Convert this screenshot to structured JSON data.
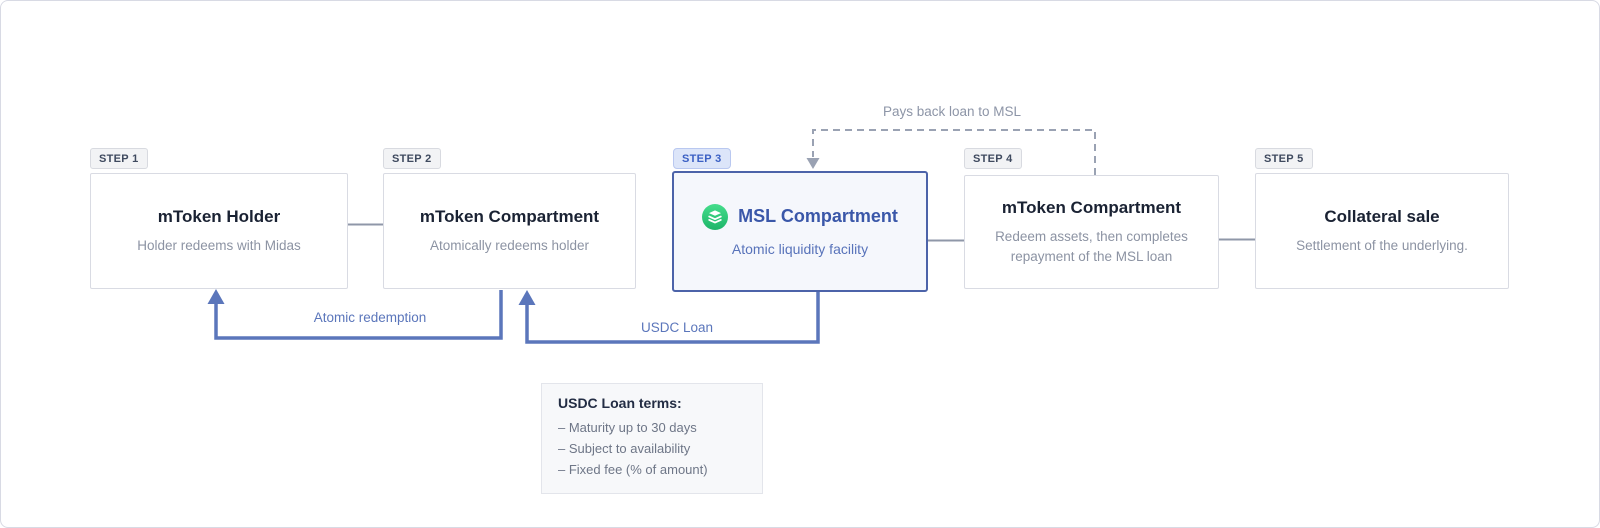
{
  "diagram": {
    "steps": [
      {
        "badge": "STEP 1",
        "title": "mToken Holder",
        "subtitle": "Holder redeems with Midas"
      },
      {
        "badge": "STEP 2",
        "title": "mToken Compartment",
        "subtitle": "Atomically redeems holder"
      },
      {
        "badge": "STEP 3",
        "title": "MSL Compartment",
        "subtitle": "Atomic liquidity facility",
        "highlighted": true,
        "icon": "midas-layers-icon"
      },
      {
        "badge": "STEP 4",
        "title": "mToken Compartment",
        "subtitle": "Redeem assets, then completes repayment of the MSL loan"
      },
      {
        "badge": "STEP 5",
        "title": "Collateral sale",
        "subtitle": "Settlement of the underlying."
      }
    ],
    "arrows": {
      "atomic_redemption": "Atomic redemption",
      "usdc_loan": "USDC Loan",
      "pays_back": "Pays back loan to MSL"
    },
    "loan_terms": {
      "title": "USDC Loan terms:",
      "items": [
        "– Maturity up to 30 days",
        "– Subject to availability",
        "– Fixed fee (% of amount)"
      ]
    },
    "colors": {
      "arrow_blue": "#5b76bb",
      "highlight_border": "#4c63a9",
      "highlight_fill": "#f5f7fc",
      "dashed_gray": "#9aa2b3",
      "connector_gray": "#8f97a8",
      "icon_green": "#2fc878",
      "badge_active_text": "#3b60c4"
    }
  }
}
